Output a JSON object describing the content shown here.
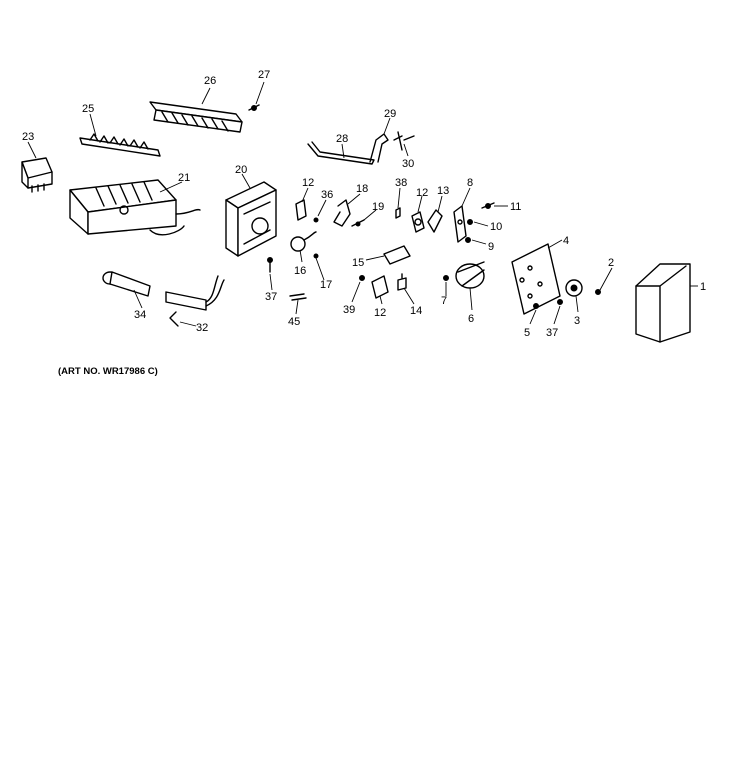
{
  "diagram": {
    "art_number_caption": "(ART NO. WR17986 C)",
    "parts": [
      {
        "id": "p1",
        "callout": "1"
      },
      {
        "id": "p2",
        "callout": "2"
      },
      {
        "id": "p3",
        "callout": "3"
      },
      {
        "id": "p4",
        "callout": "4"
      },
      {
        "id": "p5",
        "callout": "5"
      },
      {
        "id": "p6",
        "callout": "6"
      },
      {
        "id": "p7",
        "callout": "7"
      },
      {
        "id": "p8",
        "callout": "8"
      },
      {
        "id": "p9",
        "callout": "9"
      },
      {
        "id": "p10",
        "callout": "10"
      },
      {
        "id": "p11",
        "callout": "11"
      },
      {
        "id": "p12a",
        "callout": "12"
      },
      {
        "id": "p12b",
        "callout": "12"
      },
      {
        "id": "p12c",
        "callout": "12"
      },
      {
        "id": "p13",
        "callout": "13"
      },
      {
        "id": "p14",
        "callout": "14"
      },
      {
        "id": "p15",
        "callout": "15"
      },
      {
        "id": "p16",
        "callout": "16"
      },
      {
        "id": "p17",
        "callout": "17"
      },
      {
        "id": "p18",
        "callout": "18"
      },
      {
        "id": "p19",
        "callout": "19"
      },
      {
        "id": "p20",
        "callout": "20"
      },
      {
        "id": "p21",
        "callout": "21"
      },
      {
        "id": "p23",
        "callout": "23"
      },
      {
        "id": "p25",
        "callout": "25"
      },
      {
        "id": "p26",
        "callout": "26"
      },
      {
        "id": "p27",
        "callout": "27"
      },
      {
        "id": "p28",
        "callout": "28"
      },
      {
        "id": "p29",
        "callout": "29"
      },
      {
        "id": "p30",
        "callout": "30"
      },
      {
        "id": "p32",
        "callout": "32"
      },
      {
        "id": "p34",
        "callout": "34"
      },
      {
        "id": "p36",
        "callout": "36"
      },
      {
        "id": "p37a",
        "callout": "37"
      },
      {
        "id": "p37b",
        "callout": "37"
      },
      {
        "id": "p38",
        "callout": "38"
      },
      {
        "id": "p39",
        "callout": "39"
      },
      {
        "id": "p45",
        "callout": "45"
      }
    ]
  }
}
